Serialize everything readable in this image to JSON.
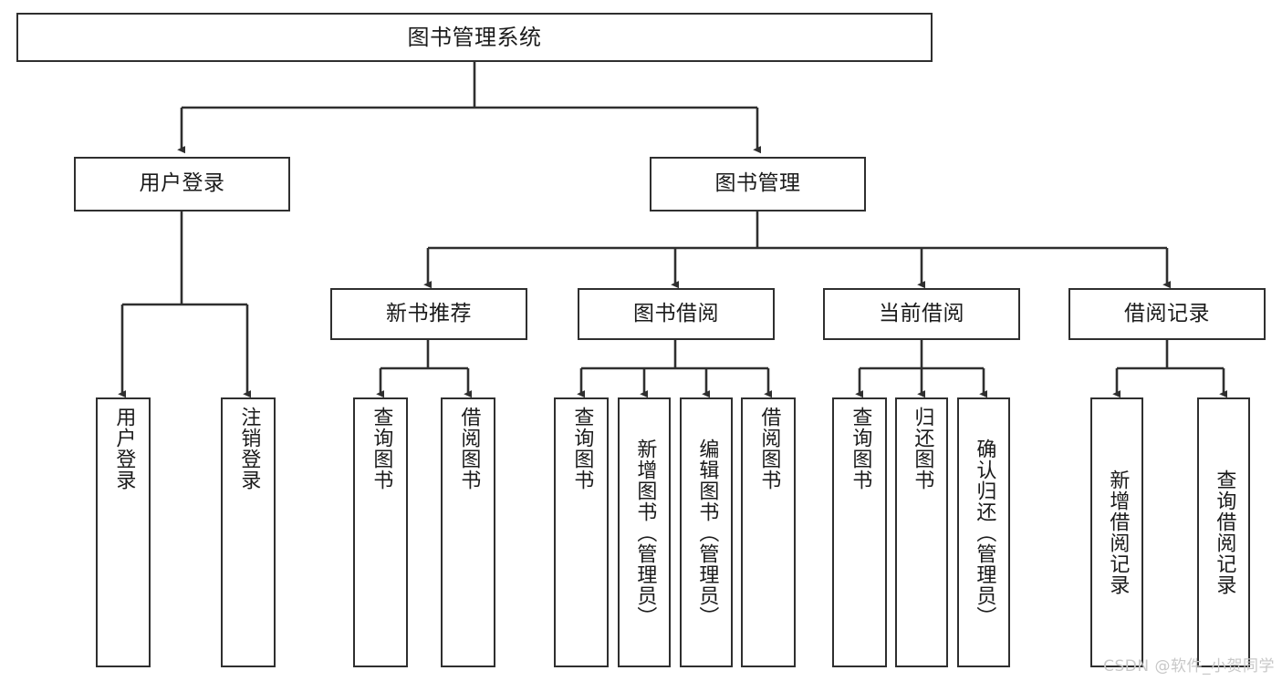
{
  "diagram": {
    "title": "图书管理系统",
    "type": "tree-hierarchy-chart",
    "watermark": "CSDN @软件_小贺同学",
    "colors": {
      "border": "#2f2f2f",
      "background": "#ffffff",
      "text": "#1b1b1b",
      "edge": "#2f2f2f",
      "watermark": "#c8c8c8"
    }
  },
  "nodes": {
    "root": {
      "label": "图书管理系统"
    },
    "level1": [
      {
        "label": "用户登录"
      },
      {
        "label": "图书管理"
      }
    ],
    "level2": [
      {
        "label": "新书推荐"
      },
      {
        "label": "图书借阅"
      },
      {
        "label": "当前借阅"
      },
      {
        "label": "借阅记录"
      }
    ],
    "leaves": {
      "user_login": [
        {
          "label": "用户登录"
        },
        {
          "label": "注销登录"
        }
      ],
      "new_book": [
        {
          "label": "查询图书"
        },
        {
          "label": "借阅图书"
        }
      ],
      "book_borrow": [
        {
          "label": "查询图书"
        },
        {
          "label": "新增图书（管理员）"
        },
        {
          "label": "编辑图书（管理员）"
        },
        {
          "label": "借阅图书"
        }
      ],
      "current_borrow": [
        {
          "label": "查询图书"
        },
        {
          "label": "归还图书"
        },
        {
          "label": "确认归还（管理员）"
        }
      ],
      "borrow_record": [
        {
          "label": "新增借阅记录"
        },
        {
          "label": "查询借阅记录"
        }
      ]
    }
  }
}
